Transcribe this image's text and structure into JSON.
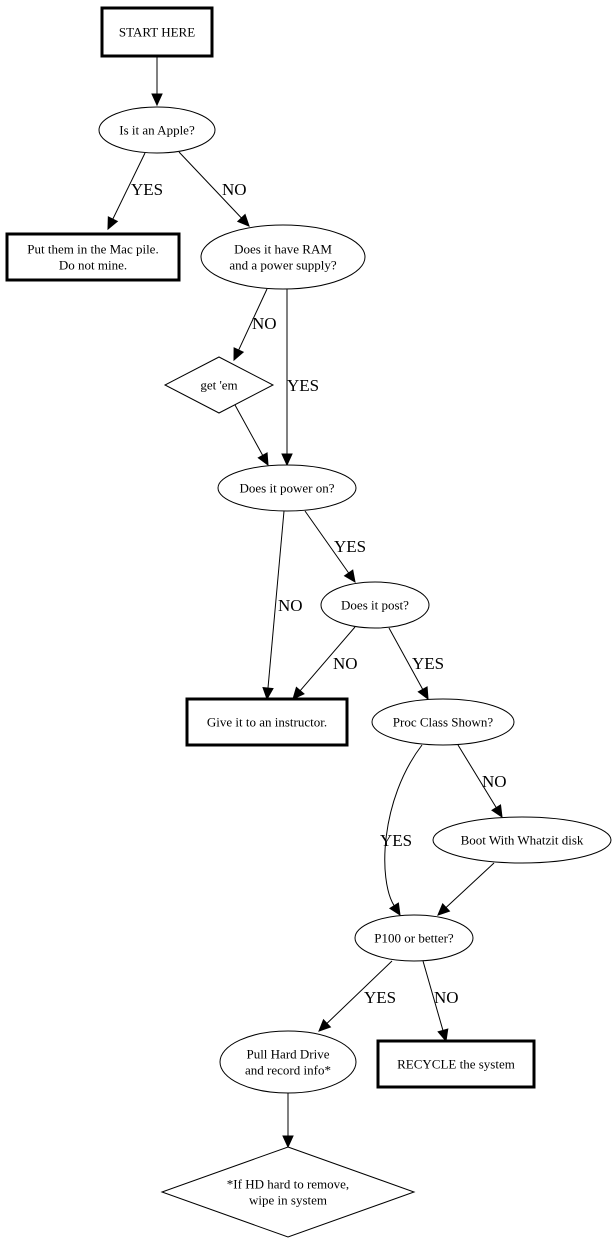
{
  "title": "Computer triage flowchart",
  "nodes": {
    "start": {
      "shape": "box",
      "lines": [
        "START HERE"
      ]
    },
    "apple": {
      "shape": "ellipse",
      "lines": [
        "Is it an Apple?"
      ]
    },
    "mac_pile": {
      "shape": "box",
      "lines": [
        "Put them in the Mac pile.",
        "Do not mine."
      ]
    },
    "ram_psu": {
      "shape": "ellipse",
      "lines": [
        "Does it have RAM",
        "and a power supply?"
      ]
    },
    "get_em": {
      "shape": "diamond",
      "lines": [
        "get 'em"
      ]
    },
    "power_on": {
      "shape": "ellipse",
      "lines": [
        "Does it power on?"
      ]
    },
    "post": {
      "shape": "ellipse",
      "lines": [
        "Does it post?"
      ]
    },
    "instructor": {
      "shape": "box",
      "lines": [
        "Give it to an instructor."
      ]
    },
    "proc_class": {
      "shape": "ellipse",
      "lines": [
        "Proc Class Shown?"
      ]
    },
    "whatzit": {
      "shape": "ellipse",
      "lines": [
        "Boot With Whatzit disk"
      ]
    },
    "p100": {
      "shape": "ellipse",
      "lines": [
        "P100 or better?"
      ]
    },
    "pull_hd": {
      "shape": "ellipse",
      "lines": [
        "Pull Hard Drive",
        "and record info*"
      ]
    },
    "recycle": {
      "shape": "box",
      "lines": [
        "RECYCLE the system"
      ]
    },
    "footnote": {
      "shape": "diamond",
      "lines": [
        "*If HD hard to remove,",
        "wipe in system"
      ]
    }
  },
  "edges": [
    {
      "from": "start",
      "to": "apple",
      "label": ""
    },
    {
      "from": "apple",
      "to": "mac_pile",
      "label": "YES"
    },
    {
      "from": "apple",
      "to": "ram_psu",
      "label": "NO"
    },
    {
      "from": "ram_psu",
      "to": "get_em",
      "label": "NO"
    },
    {
      "from": "ram_psu",
      "to": "power_on",
      "label": "YES"
    },
    {
      "from": "get_em",
      "to": "power_on",
      "label": ""
    },
    {
      "from": "power_on",
      "to": "instructor",
      "label": "NO"
    },
    {
      "from": "power_on",
      "to": "post",
      "label": "YES"
    },
    {
      "from": "post",
      "to": "instructor",
      "label": "NO"
    },
    {
      "from": "post",
      "to": "proc_class",
      "label": "YES"
    },
    {
      "from": "proc_class",
      "to": "whatzit",
      "label": "NO"
    },
    {
      "from": "proc_class",
      "to": "p100",
      "label": "YES"
    },
    {
      "from": "whatzit",
      "to": "p100",
      "label": ""
    },
    {
      "from": "p100",
      "to": "pull_hd",
      "label": "YES"
    },
    {
      "from": "p100",
      "to": "recycle",
      "label": "NO"
    },
    {
      "from": "pull_hd",
      "to": "footnote",
      "label": ""
    }
  ]
}
